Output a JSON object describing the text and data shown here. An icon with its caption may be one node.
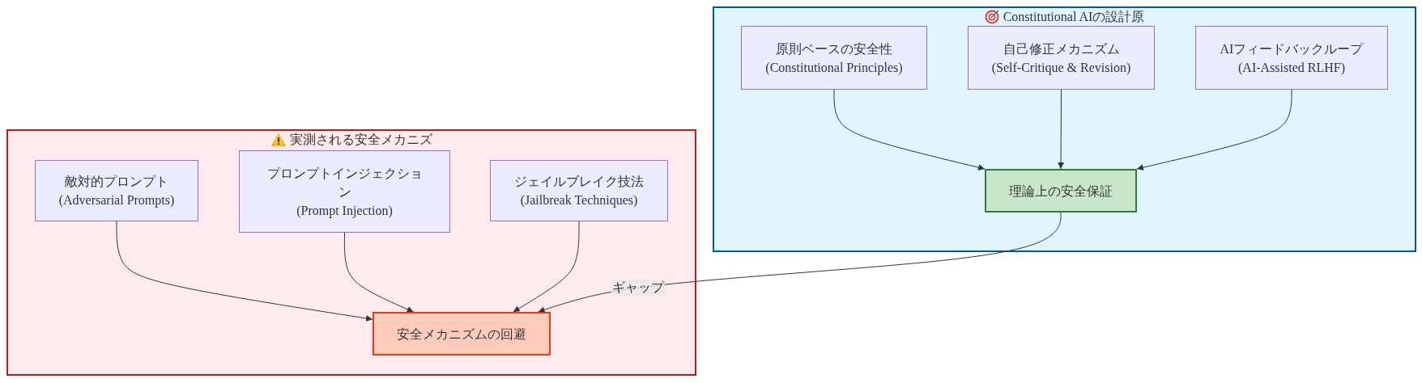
{
  "diagram": {
    "nodes": [
      {
        "text": [
          "Constitutional AIの設計原"
        ]
      },
      {
        "text": [
          "原則ベースの安全性",
          "(Constitutional Principles)"
        ],
        "in": 0
      },
      {
        "text": [
          "自己修正メカニズム",
          "(Self-Critique & Revision)"
        ],
        "in": 0
      },
      {
        "text": [
          "AIフィードバックループ",
          "(AI-Assisted RLHF)"
        ],
        "in": 0
      },
      {
        "text": [
          "理論上の安全保証"
        ],
        "in": 0
      },
      {
        "text": [
          "実測される安全メカニズ"
        ]
      },
      {
        "text": [
          "敵対的プロンプト",
          "(Adversarial Prompts)"
        ],
        "in": 5
      },
      {
        "text": [
          "プロンプトインジェクション",
          "(Prompt Injection)"
        ],
        "in": 5
      },
      {
        "text": [
          "ジェイルブレイク技法",
          "(Jailbreak Techniques)"
        ],
        "in": 5
      },
      {
        "text": [
          "安全メカニズムの回避"
        ],
        "in": 5
      }
    ],
    "edges": [
      {
        "from": 1,
        "to": 4,
        "arrow": "to"
      },
      {
        "from": 2,
        "to": 4,
        "arrow": "to"
      },
      {
        "from": 3,
        "to": 4,
        "arrow": "to"
      },
      {
        "from": 6,
        "to": 9,
        "arrow": "to"
      },
      {
        "from": 7,
        "to": 9,
        "arrow": "to"
      },
      {
        "from": 8,
        "to": 9,
        "arrow": "to"
      },
      {
        "from": 4,
        "to": 9,
        "arrow": "to",
        "label": "ギャップ"
      }
    ]
  }
}
